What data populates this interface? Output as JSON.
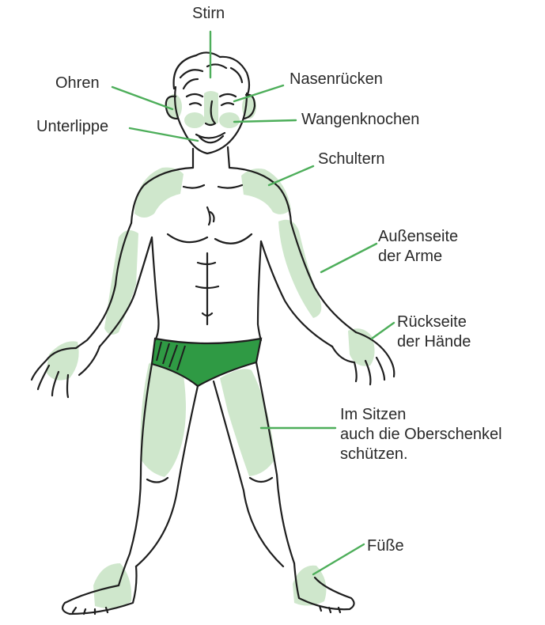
{
  "colors": {
    "zone": "#cfe7cc",
    "shorts": "#2f9a44",
    "leader": "#4dae5a",
    "outline": "#1e1e1e",
    "text": "#2a2a2a"
  },
  "labels": {
    "stirn": "Stirn",
    "ohren": "Ohren",
    "nasenruecken": "Nasenrücken",
    "unterlippe": "Unterlippe",
    "wangenknochen": "Wangenknochen",
    "schultern": "Schultern",
    "arme_1": "Außenseite",
    "arme_2": "der Arme",
    "haende_1": "Rückseite",
    "haende_2": "der Hände",
    "sitzen_1": "Im Sitzen",
    "sitzen_2": "auch die Oberschenkel",
    "sitzen_3": "schützen.",
    "fuesse": "Füße"
  }
}
